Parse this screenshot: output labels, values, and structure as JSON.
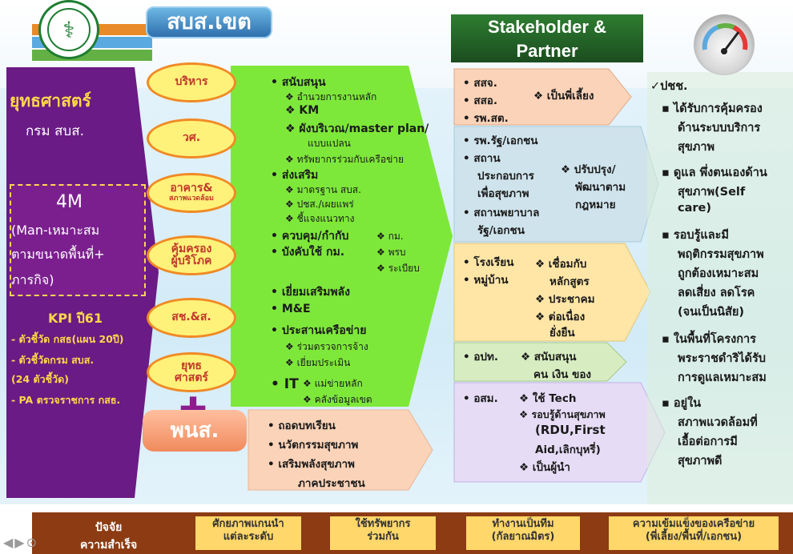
{
  "header": {
    "pill": "สบส.เขต",
    "stakeholder": [
      "Stakeholder &",
      "Partner"
    ]
  },
  "left": {
    "title": "ยุทธศาสตร์",
    "subtitle": "กรม สบส.",
    "fourm_title": "4M",
    "fourm_lines": [
      "(Man-เหมาะสม",
      "ตามขนาดพื้นที่+",
      "ภารกิจ)"
    ],
    "kpi_title": "KPI ปี61",
    "kpi_lines": [
      "- ตัวชี้วัด กสธ(แผน 20ปี)",
      "- ตัวชี้วัดกรม สบส.",
      "(24 ตัวชี้วัด)",
      "- PA ตรวจราชการ กสธ."
    ]
  },
  "ovals": [
    "บริหาร",
    "วศ.",
    "อาคาร&",
    "สภาพแวดล้อม",
    "คุ้มครอง",
    "ผู้บริโภค",
    "สช.&ส.",
    "ยุทธ",
    "ศาสตร์"
  ],
  "green": {
    "l1": "• สนับสนุน",
    "l1a": "❖ อำนวยการงานหลัก",
    "l1b": "❖ KM",
    "l1c": "❖ ผังบริเวณ/master plan/",
    "l1c2": "แบบแปลน",
    "l1d": "❖ ทรัพยากรร่วมกับเครือข่าย",
    "l2": "• ส่งเสริม",
    "l2a": "❖ มาตรฐาน สบส.",
    "l2b": "❖ ปชส./เผยแพร่",
    "l2c": "❖ ชี้แจงแนวทาง",
    "l3": "• ควบคุม/กำกับ",
    "l3r": "❖ กม.",
    "l4": "• บังคับใช้ กม.",
    "l4r": "❖ พรบ",
    "l4r2": "❖ ระเบียบ",
    "l5": "• เยี่ยมเสริมพลัง",
    "l6": "• M&E",
    "l7": "• ประสานเครือข่าย",
    "l7a": "❖ ร่วมตรวจการจ้าง",
    "l7b": "❖ เยี่ยมประเมิน",
    "l8": "• IT",
    "l8a": "❖ แม่ข่ายหลัก",
    "l8b": "❖ คลังข้อมูลเขต"
  },
  "pns": {
    "label": "พนส.",
    "lines": [
      "•   ถอดบทเรียน",
      "•   นวัตกรรมสุขภาพ",
      "•   เสริมพลังสุขภาพ",
      "ภาคประชาชน"
    ]
  },
  "stakeholders": {
    "b1": [
      "• สสจ.",
      "• สสอ.",
      "• รพ.สต."
    ],
    "b1r": "❖ เป็นพี่เลี้ยง",
    "b2": [
      "• รพ.รัฐ/เอกชน",
      "• สถาน",
      "ประกอบการ",
      "เพื่อสุขภาพ",
      "• สถานพยาบาล",
      "รัฐ/เอกชน"
    ],
    "b2r": [
      "❖ ปรับปรุง/",
      "พัฒนาตาม",
      "กฎหมาย"
    ],
    "b3": [
      "• โรงเรียน",
      "• หมู่บ้าน"
    ],
    "b3r": [
      "❖ เชื่อมกับ",
      "หลักสูตร",
      "❖ ประชาคม",
      "❖ ต่อเนื่อง",
      "ยั่งยืน"
    ],
    "b4": "• อปท.",
    "b4r": [
      "❖ สนับสนุน",
      "คน เงิน ของ"
    ],
    "b5": "• อสม.",
    "b5r": [
      "❖ ใช้ Tech",
      "❖ รอบรู้ด้านสุขภาพ",
      "(RDU,First",
      "Aid,เลิกบุหรี่)",
      "❖ เป็นผู้นำ"
    ]
  },
  "right": {
    "head": "✓ปชช.",
    "lines": [
      "▪ ได้รับการคุ้มครอง",
      "ด้านระบบบริการ",
      "สุขภาพ",
      "▪ ดูแล พึ่งตนเองด้าน",
      "สุขภาพ(Self",
      "care)",
      "▪ รอบรู้และมี",
      "พฤติกรรมสุขภาพ",
      "ถูกต้องเหมาะสม",
      "ลดเสี่ยง ลดโรค",
      "(จนเป็นนิสัย)",
      "▪ ในพื้นที่โครงการ",
      "พระราชดำริได้รับ",
      "การดูแลเหมาะสม",
      "▪ อยู่ใน",
      "สภาพแวดล้อมที่",
      "เอื้อต่อการมี",
      "สุขภาพดี"
    ]
  },
  "bottom": {
    "first": [
      "ปัจจัย",
      "ความสำเร็จ"
    ],
    "items": [
      [
        "ศักยภาพแกนนำ",
        "แต่ละระดับ"
      ],
      [
        "ใช้ทรัพยากร",
        "ร่วมกัน"
      ],
      [
        "ทำงานเป็นทีม",
        "(กัลยาณมิตร)"
      ],
      [
        "ความเข้มแข็งของเครือข่าย",
        "(พี่เลี้ยง/พื้นที่/เอกชน)"
      ]
    ]
  },
  "colors": {
    "purple": "#6a1b85",
    "green": "#7ee83a",
    "accent": "#f08a25"
  }
}
